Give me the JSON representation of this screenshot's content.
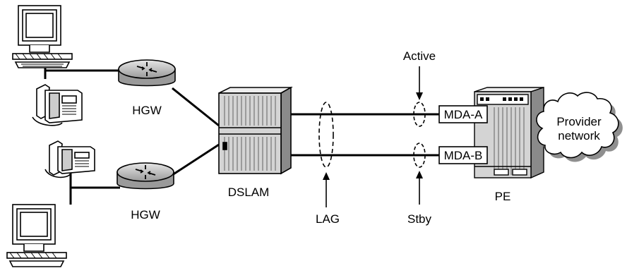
{
  "labels": {
    "hgw_top": "HGW",
    "hgw_bottom": "HGW",
    "dslam": "DSLAM",
    "lag": "LAG",
    "active": "Active",
    "stby": "Stby",
    "mda_a": "MDA-A",
    "mda_b": "MDA-B",
    "pe": "PE",
    "cloud_line1": "Provider",
    "cloud_line2": "network"
  },
  "icons": {
    "computer": "computer-icon",
    "phone": "telephone-icon",
    "router": "router-icon",
    "dslam": "dslam-rack-icon",
    "pe": "pe-router-chassis-icon",
    "cloud": "cloud-icon"
  },
  "colors": {
    "line": "#000000",
    "router_fill": "#b8b8b8",
    "rack_fill": "#d4d4d4",
    "cloud_shadow": "#8f8f8f"
  }
}
